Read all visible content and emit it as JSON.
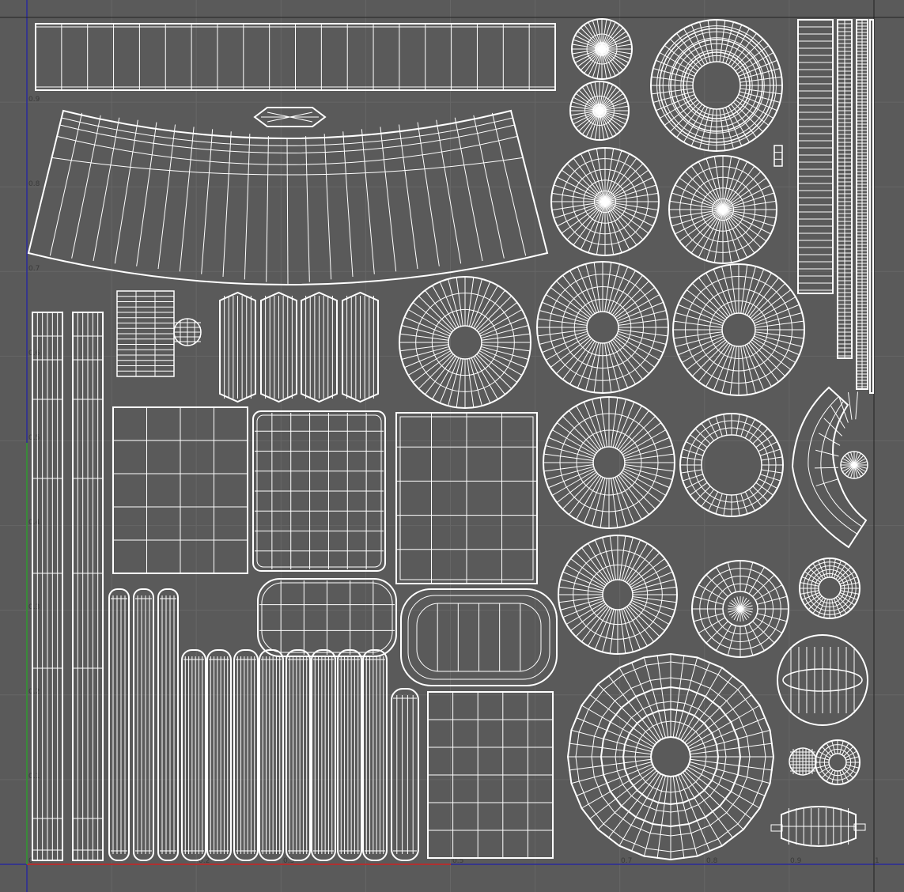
{
  "viewport": {
    "background": "#5a5a5a",
    "grid_color": "#666666",
    "wire_color": "#ffffff",
    "u_axis_color": "#b03030",
    "v_axis_color": "#3a8a3a",
    "border_axis_color": "#2a2a9a"
  },
  "tick_labels": {
    "v": [
      "0.9",
      "0.8",
      "0.7",
      "0.6",
      "0.5",
      "0.4",
      "0.3",
      "0.2",
      "0.1",
      "0"
    ],
    "u": [
      "0.2",
      "0.3",
      "0.5",
      "0.7",
      "0.8",
      "0.9",
      "1"
    ]
  }
}
